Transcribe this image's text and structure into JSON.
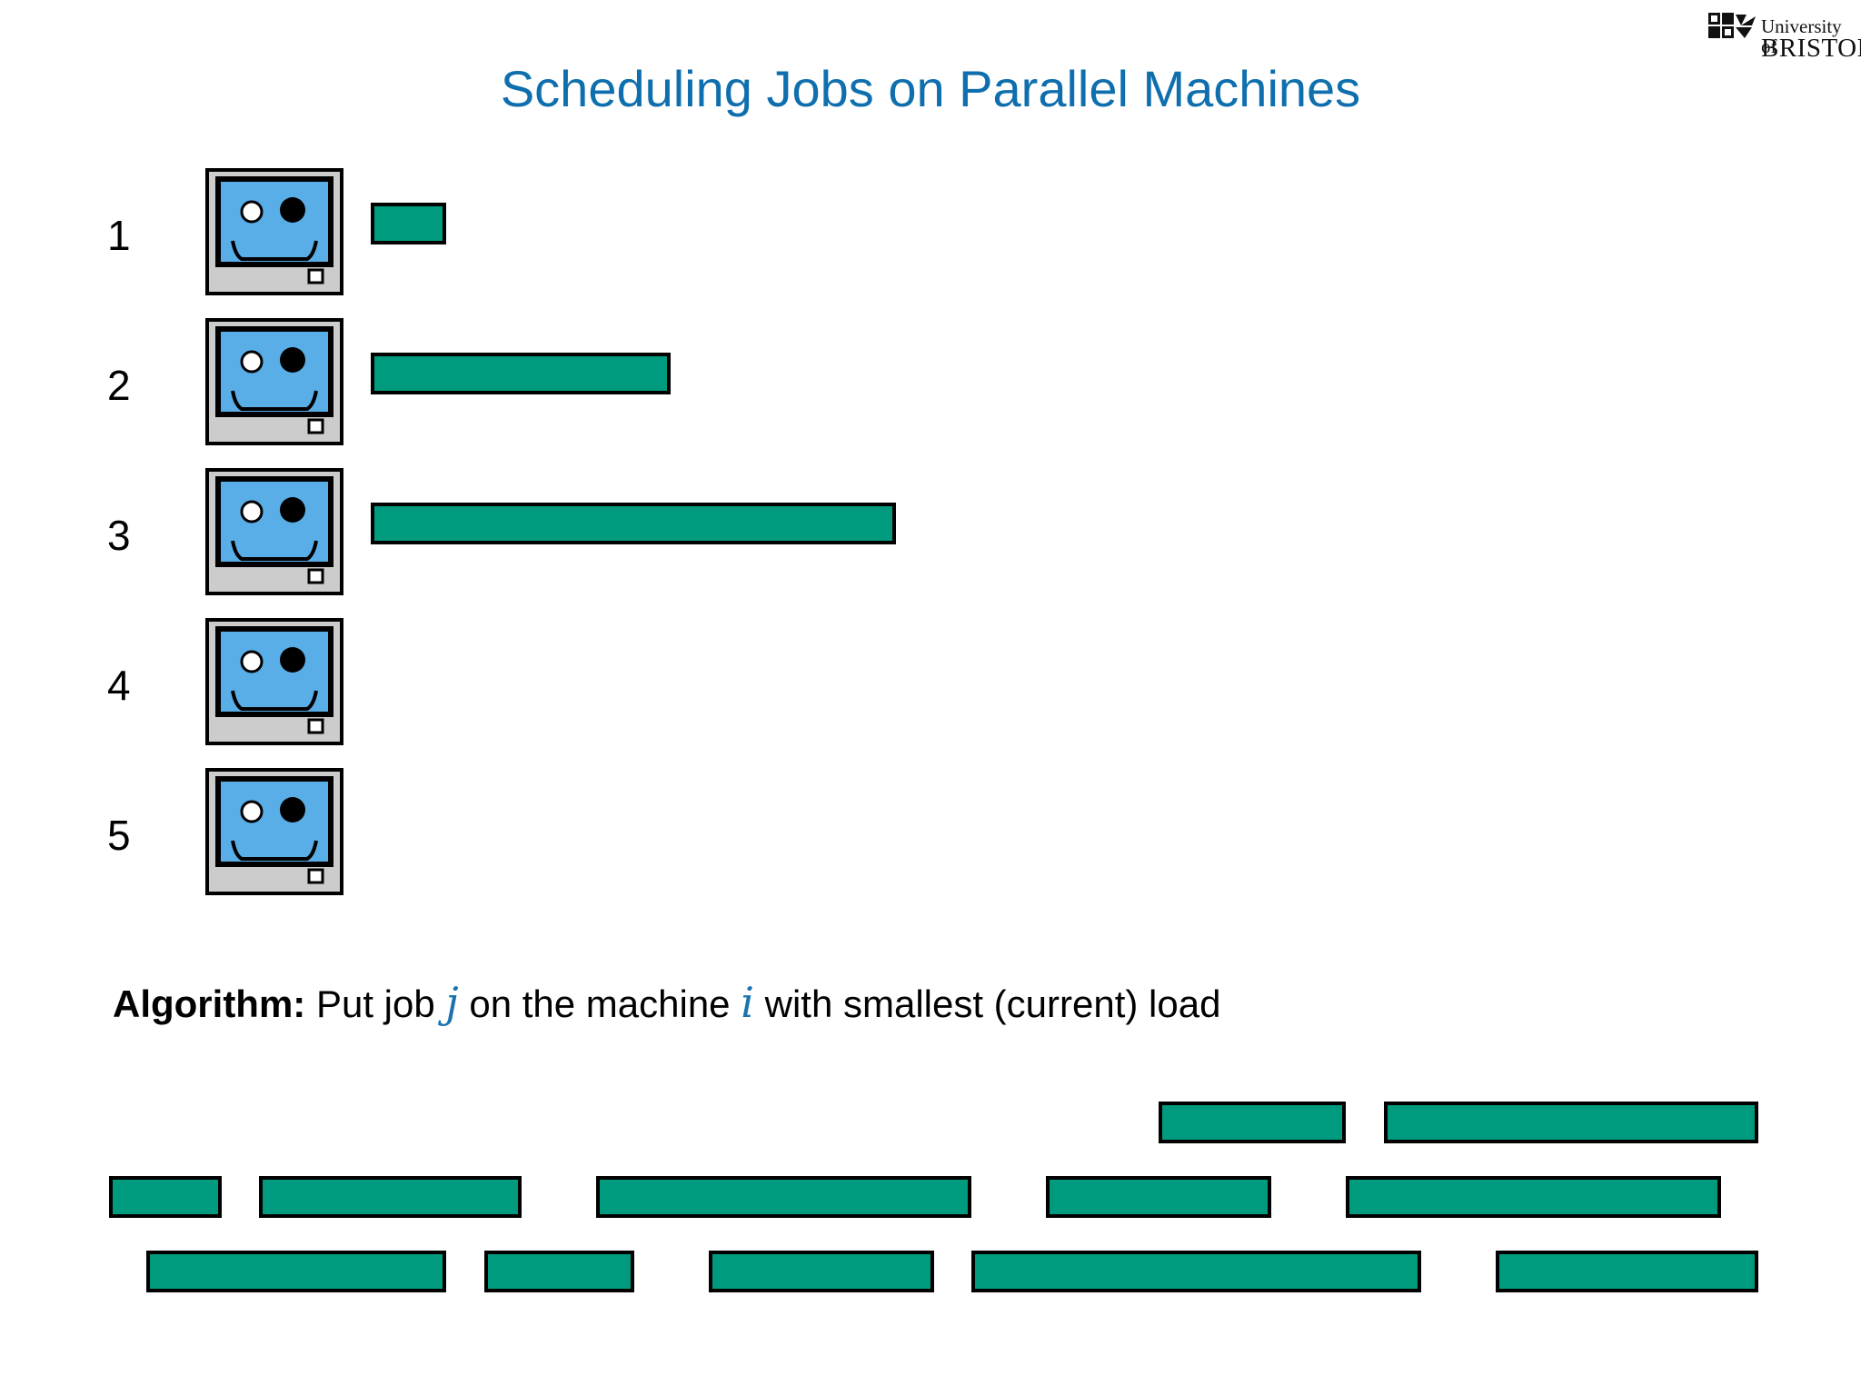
{
  "title": "Scheduling Jobs on Parallel Machines",
  "logo": {
    "line1": "University of",
    "line2": "BRISTOL"
  },
  "machines": [
    {
      "label": "1",
      "load": 1
    },
    {
      "label": "2",
      "load": 4
    },
    {
      "label": "3",
      "load": 7
    },
    {
      "label": "4",
      "load": 0
    },
    {
      "label": "5",
      "load": 0
    }
  ],
  "algorithm": {
    "label": "Algorithm:",
    "text1": "Put job",
    "var_j": "j",
    "text2": "on the machine",
    "var_i": "i",
    "text3": "with smallest (current) load"
  },
  "job_queue": [
    [
      {
        "start": 14.0,
        "length": 2.5
      },
      {
        "start": 17.0,
        "length": 5.0
      }
    ],
    [
      {
        "start": 0.0,
        "length": 1.5
      },
      {
        "start": 2.0,
        "length": 3.5
      },
      {
        "start": 6.5,
        "length": 5.0
      },
      {
        "start": 12.5,
        "length": 3.0
      },
      {
        "start": 16.5,
        "length": 5.0
      }
    ],
    [
      {
        "start": 0.5,
        "length": 4.0
      },
      {
        "start": 5.0,
        "length": 2.0
      },
      {
        "start": 8.0,
        "length": 3.0
      },
      {
        "start": 11.5,
        "length": 6.0
      },
      {
        "start": 18.5,
        "length": 3.5
      }
    ]
  ],
  "colors": {
    "title": "#0f6fae",
    "job": "#009a7e",
    "screen": "#5aaee8",
    "casing": "#cccccc",
    "math": "#1a73b0",
    "outline": "#000000"
  }
}
